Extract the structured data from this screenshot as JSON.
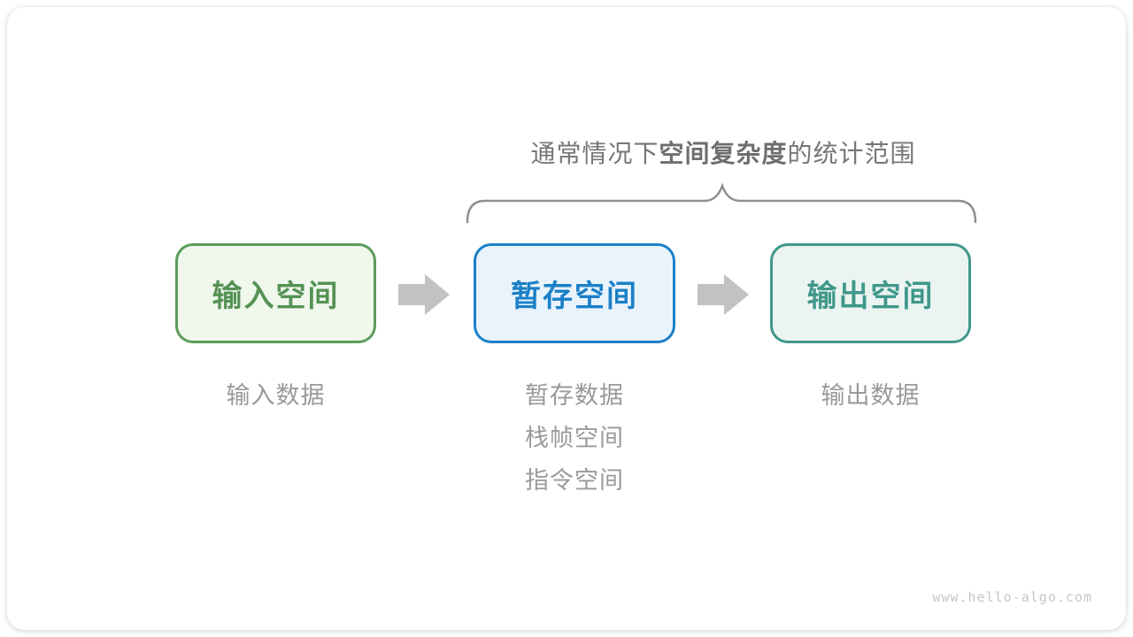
{
  "diagram": {
    "title": {
      "prefix": "通常情况下",
      "bold": "空间复杂度",
      "suffix": "的统计范围"
    },
    "boxes": [
      {
        "id": "input",
        "label": "输入空间",
        "border_color": "#5b9c5b",
        "fill_color": "#f0f7ec",
        "text_color": "#549254"
      },
      {
        "id": "temp",
        "label": "暂存空间",
        "border_color": "#1b80c8",
        "fill_color": "#e9f3fb",
        "text_color": "#1b80c8"
      },
      {
        "id": "output",
        "label": "输出空间",
        "border_color": "#3f988b",
        "fill_color": "#ecf4f1",
        "text_color": "#3f988b"
      }
    ],
    "notes": {
      "input": {
        "line1": "输入数据"
      },
      "temp": {
        "line1": "暂存数据",
        "line2": "栈帧空间",
        "line3": "指令空间"
      },
      "output": {
        "line1": "输出数据"
      }
    },
    "watermark": "www.hello-algo.com",
    "colors": {
      "title_text": "#767676",
      "note_text": "#9a9a9a",
      "brace_stroke": "#8f8f8f",
      "arrow_fill": "#c2c2c2",
      "card_background": "#ffffff",
      "watermark_text": "#c7c7c7"
    }
  }
}
